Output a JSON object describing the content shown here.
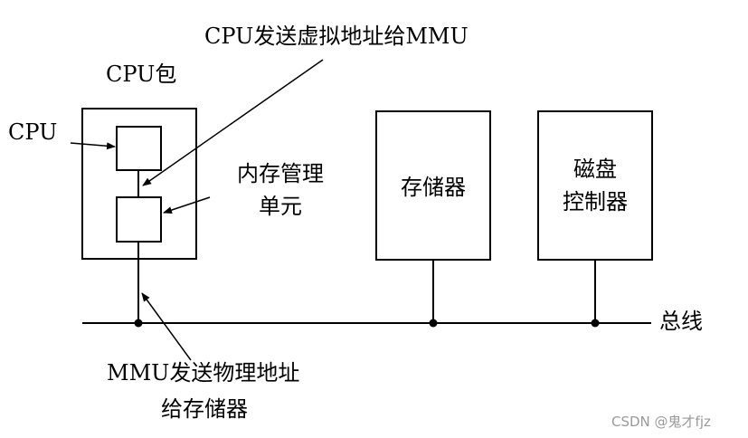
{
  "labels": {
    "cpu_to_mmu": "CPU发送虚拟地址给MMU",
    "cpu_package": "CPU包",
    "cpu": "CPU",
    "mmu_line1": "内存管理",
    "mmu_line2": "单元",
    "memory": "存储器",
    "disk_line1": "磁盘",
    "disk_line2": "控制器",
    "bus": "总线",
    "mmu_to_mem_line1": "MMU发送物理地址",
    "mmu_to_mem_line2": "给存储器"
  },
  "watermark": "CSDN @鬼才fjz",
  "colors": {
    "stroke": "#000000",
    "watermark": "#9a9a9a"
  }
}
